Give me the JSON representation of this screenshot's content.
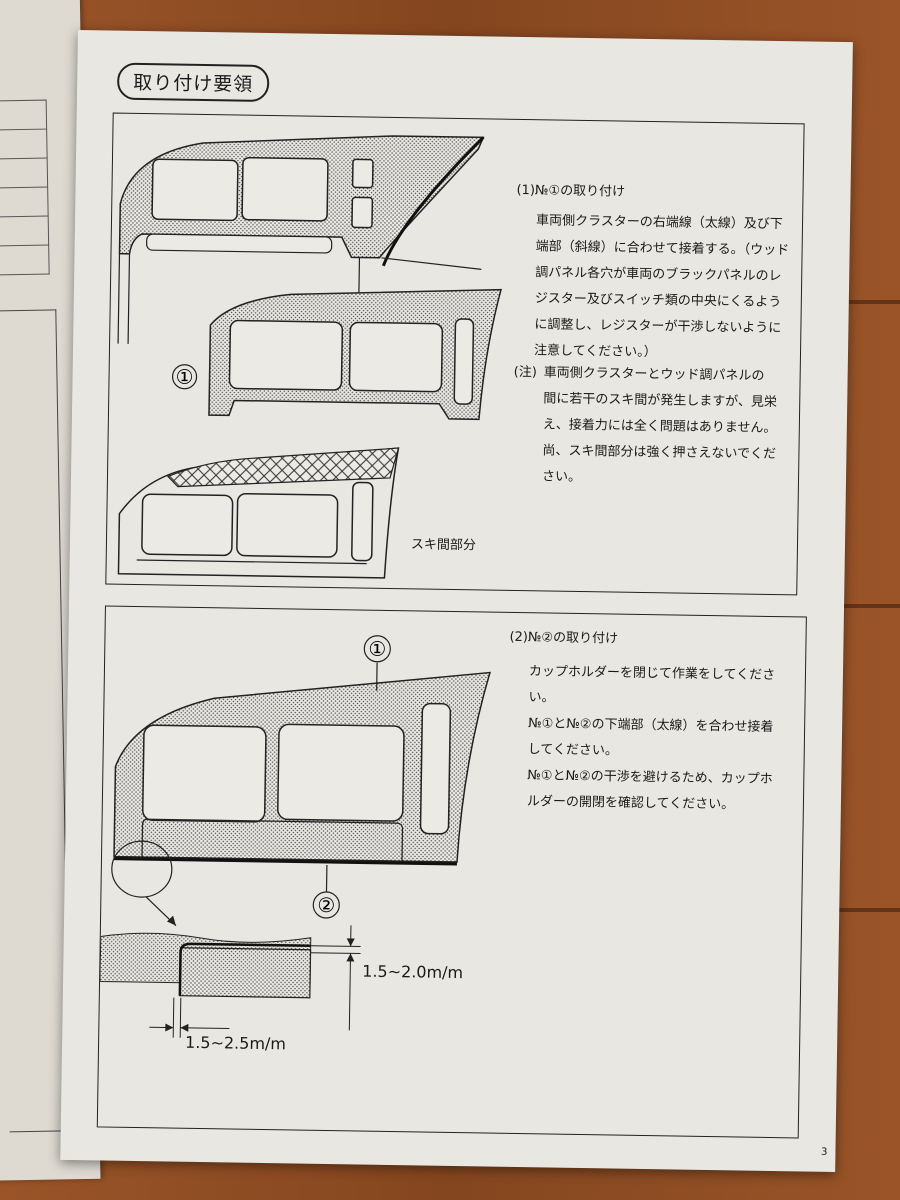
{
  "section_title": "取り付け要領",
  "step1": {
    "heading": "(1)№①の取り付け",
    "body": [
      "車両側クラスターの右端線（太線）及び下",
      "端部（斜線）に合わせて接着する。（ウッド",
      "調パネル各穴が車両のブラックパネルのレ",
      "ジスター及びスイッチ類の中央にくるよう",
      "に調整し、レジスターが干渉しないように",
      "注意してください。）"
    ],
    "note_label": "(注)",
    "note": [
      "車両側クラスターとウッド調パネルの",
      "間に若干のスキ間が発生しますが、見栄",
      "え、接着力には全く問題はありません。",
      "尚、スキ間部分は強く押さえないでくだ",
      "さい。"
    ],
    "part_label": "①",
    "gap_label": "スキ間部分"
  },
  "step2": {
    "heading": "(2)№②の取り付け",
    "body": [
      "カップホルダーを閉じて作業をしてくださ",
      "い。",
      "№①と№②の下端部（太線）を合わせ接着",
      "してください。",
      "№①と№②の干渉を避けるため、カップホ",
      "ルダーの開閉を確認してください。"
    ],
    "part1_label": "①",
    "part2_label": "②",
    "dim_vertical": "1.5~2.0m/m",
    "dim_horizontal": "1.5~2.5m/m"
  },
  "page_number": "3"
}
